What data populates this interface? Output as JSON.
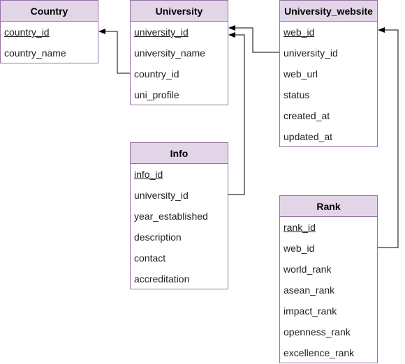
{
  "entities": {
    "country": {
      "name": "Country",
      "fields": [
        "country_id",
        "country_name"
      ]
    },
    "university": {
      "name": "University",
      "fields": [
        "university_id",
        "university_name",
        "country_id",
        "uni_profile"
      ]
    },
    "university_website": {
      "name": "University_website",
      "fields": [
        "web_id",
        "university_id",
        "web_url",
        "status",
        "created_at",
        "updated_at"
      ]
    },
    "info": {
      "name": "Info",
      "fields": [
        "info_id",
        "university_id",
        "year_established",
        "description",
        "contact",
        "accreditation"
      ]
    },
    "rank": {
      "name": "Rank",
      "fields": [
        "rank_id",
        "web_id",
        "world_rank",
        "asean_rank",
        "impact_rank",
        "openness_rank",
        "excellence_rank"
      ]
    }
  },
  "colors": {
    "header_fill": "#e1d5e7",
    "border": "#9673a6",
    "edge": "#000000"
  }
}
